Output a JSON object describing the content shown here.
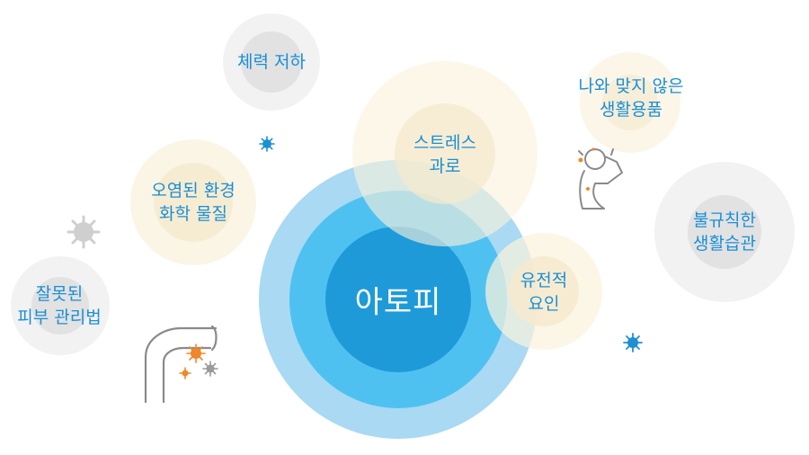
{
  "center": {
    "label": "아토피"
  },
  "factors": {
    "stamina": {
      "lines": [
        "체력 저하"
      ]
    },
    "stress": {
      "lines": [
        "스트레스",
        "과로"
      ]
    },
    "products": {
      "lines": [
        "나와 맞지 않은",
        "생활용품"
      ]
    },
    "environment": {
      "lines": [
        "오염된 환경",
        "화학 물질"
      ]
    },
    "habits": {
      "lines": [
        "불규칙한",
        "생활습관"
      ]
    },
    "genetic": {
      "lines": [
        "유전적",
        "요인"
      ]
    },
    "skincare": {
      "lines": [
        "잘못된",
        "피부 관리법"
      ]
    }
  },
  "icons": [
    "virus-icon",
    "virus-icon",
    "virus-icon",
    "virus-icon",
    "itchy-neck-person-icon",
    "itchy-knee-icon"
  ],
  "colors": {
    "label_blue": "#1a8fd6",
    "core_blue": "#1e9ad9",
    "mid_blue": "#4fc1f1",
    "outer_blue": "#a9d9f3",
    "warm_halo": "#fbf3dd",
    "grey_halo": "#eeeeee",
    "orange_accent": "#f0872a"
  }
}
